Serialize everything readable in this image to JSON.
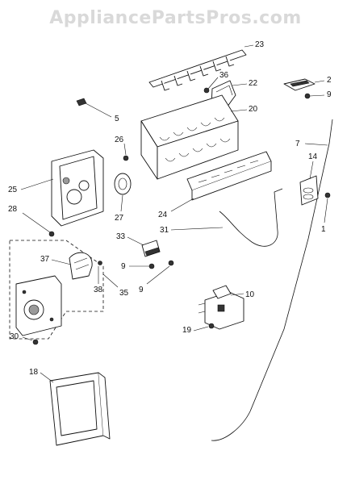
{
  "watermark": "AppliancePartsPros.com",
  "callouts": [
    "23",
    "36",
    "22",
    "2",
    "9",
    "5",
    "20",
    "26",
    "7",
    "14",
    "25",
    "28",
    "27",
    "24",
    "1",
    "31",
    "33",
    "37",
    "9",
    "9",
    "38",
    "35",
    "10",
    "19",
    "30",
    "18"
  ]
}
